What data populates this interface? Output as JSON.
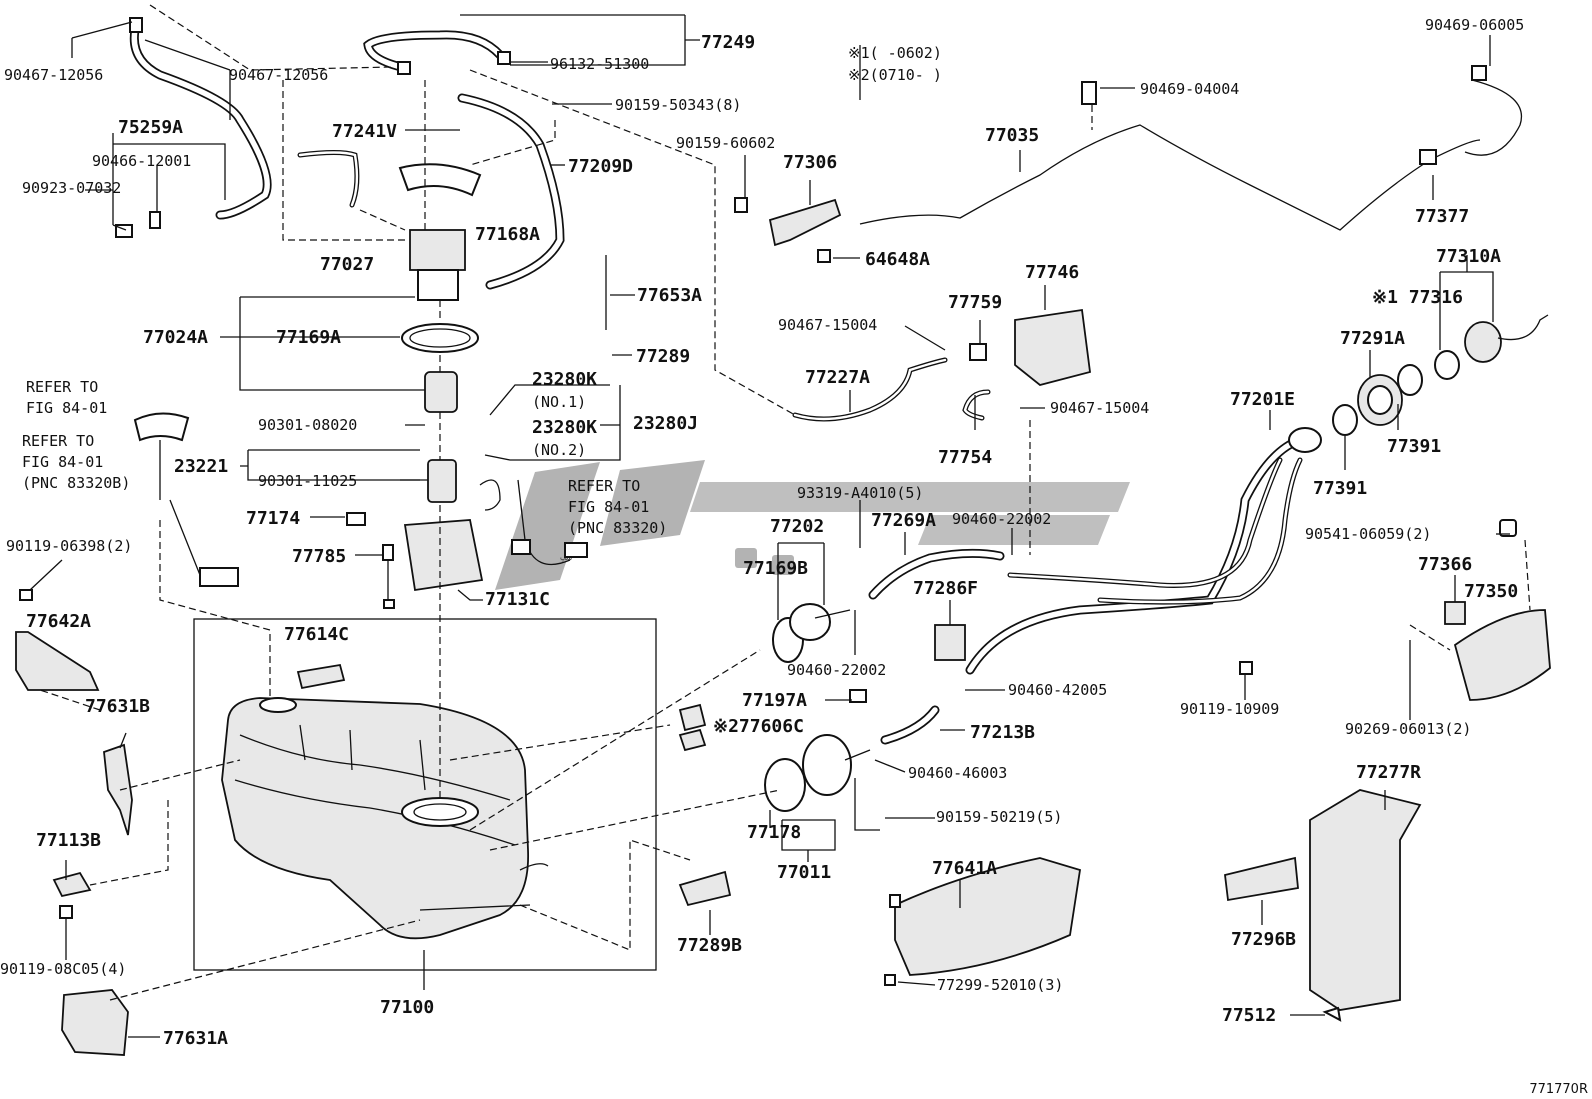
{
  "diagram_id": "771770R",
  "watermark": "سپ",
  "labels": {
    "l_90467_12056a": "90467-12056",
    "l_90467_12056b": "90467-12056",
    "l_77249": "77249",
    "l_96132": "96132-51300",
    "l_90159_50343": "90159-50343(8)",
    "l_75259a": "75259A",
    "l_90466": "90466-12001",
    "l_90923": "90923-07032",
    "l_77241v": "77241V",
    "l_77209d": "77209D",
    "l_77168a": "77168A",
    "l_77027": "77027",
    "l_77024a": "77024A",
    "l_77169a": "77169A",
    "l_77653a": "77653A",
    "l_77289": "77289",
    "l_refer1a": "REFER TO",
    "l_refer1b": "FIG 84-01",
    "l_refer2a": "REFER TO",
    "l_refer2b": "FIG 84-01",
    "l_refer2c": "(PNC 83320B)",
    "l_90301_08020": "90301-08020",
    "l_23280k1": "23280K",
    "l_no1": "(NO.1)",
    "l_23280k2": "23280K",
    "l_no2": "(NO.2)",
    "l_23280j": "23280J",
    "l_23221": "23221",
    "l_90301_11025": "90301-11025",
    "l_refer3a": "REFER TO",
    "l_refer3b": "FIG 84-01",
    "l_refer3c": "(PNC 83320)",
    "l_77174": "77174",
    "l_77785": "77785",
    "l_77131c": "77131C",
    "l_90119_06398": "90119-06398(2)",
    "l_77642a": "77642A",
    "l_77614c": "77614C",
    "l_77631b": "77631B",
    "l_77113b": "77113B",
    "l_90119_08c05": "90119-08C05(4)",
    "l_77631a": "77631A",
    "l_77100": "77100",
    "l_note1": "※1(   -0602)",
    "l_note2": "※2(0710-   )",
    "l_90469_04004": "90469-04004",
    "l_90469_06005": "90469-06005",
    "l_77035": "77035",
    "l_90159_60602": "90159-60602",
    "l_77306": "77306",
    "l_64648a": "64648A",
    "l_77377": "77377",
    "l_77746": "77746",
    "l_77759": "77759",
    "l_90467_15004a": "90467-15004",
    "l_77227a": "77227A",
    "l_77310a": "77310A",
    "l_77316": "※1 77316",
    "l_77291a": "77291A",
    "l_77754": "77754",
    "l_90467_15004b": "90467-15004",
    "l_77201e": "77201E",
    "l_77391a": "77391",
    "l_77391b": "77391",
    "l_93319": "93319-A4010(5)",
    "l_77202": "77202",
    "l_77269a": "77269A",
    "l_90460_22002a": "90460-22002",
    "l_77169b": "77169B",
    "l_77286f": "77286F",
    "l_90460_22002b": "90460-22002",
    "l_90460_42005": "90460-42005",
    "l_90119_10909": "90119-10909",
    "l_90541": "90541-06059(2)",
    "l_77366": "77366",
    "l_77350": "77350",
    "l_90269": "90269-06013(2)",
    "l_77197a": "77197A",
    "l_77606c": "※277606C",
    "l_77213b": "77213B",
    "l_90460_46003": "90460-46003",
    "l_90159_50219": "90159-50219(5)",
    "l_77178": "77178",
    "l_77011": "77011",
    "l_77277r": "77277R",
    "l_77641a": "77641A",
    "l_77296b": "77296B",
    "l_77289b": "77289B",
    "l_77299": "77299-52010(3)",
    "l_77512": "77512"
  }
}
